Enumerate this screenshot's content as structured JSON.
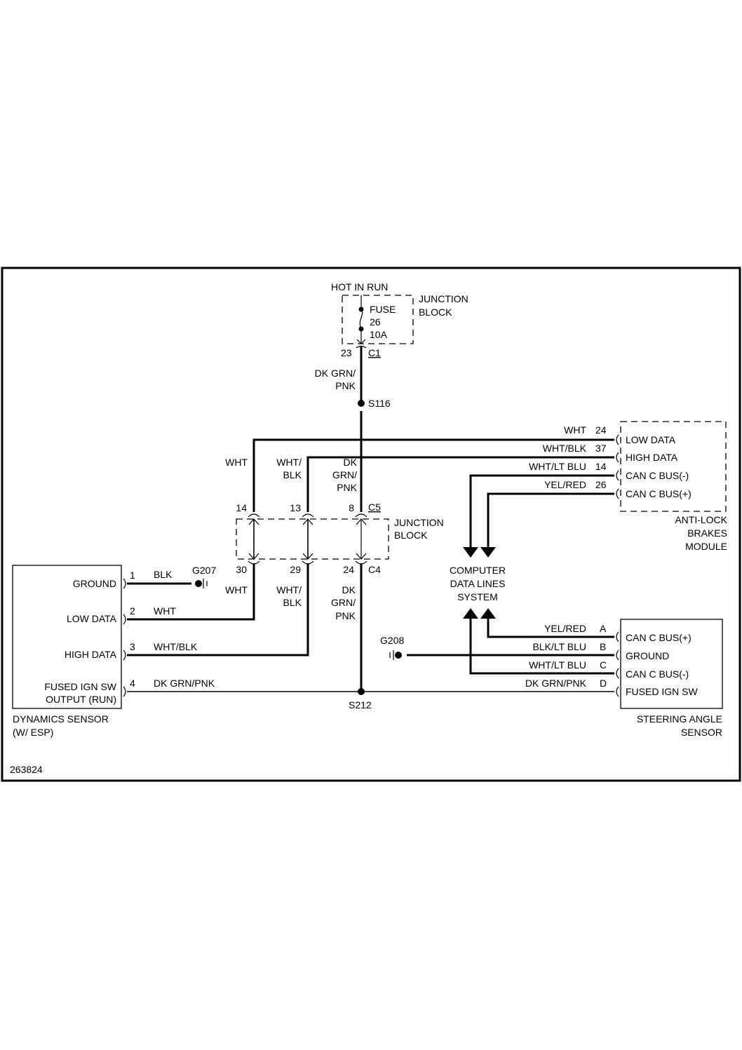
{
  "diagram_id": "263824",
  "power": {
    "label": "HOT IN RUN",
    "junction_block_label": [
      "JUNCTION",
      "BLOCK"
    ],
    "fuse": [
      "FUSE",
      "26",
      "10A"
    ],
    "connector_pin": "23",
    "connector": "C1",
    "wire_color": [
      "DK GRN/",
      "PNK"
    ],
    "splice": "S116"
  },
  "junction_block_2": {
    "label": [
      "JUNCTION",
      "BLOCK"
    ],
    "top_connector": "C5",
    "bottom_connector": "C4",
    "top_pins": [
      "14",
      "13",
      "8"
    ],
    "bottom_pins": [
      "30",
      "29",
      "24"
    ],
    "top_wire_colors": [
      [
        "WHT"
      ],
      [
        "WHT/",
        "BLK"
      ],
      [
        "DK",
        "GRN/",
        "PNK"
      ]
    ],
    "bottom_wire_colors": [
      [
        "WHT"
      ],
      [
        "WHT/",
        "BLK"
      ],
      [
        "DK",
        "GRN/",
        "PNK"
      ]
    ]
  },
  "abs_module": {
    "name": [
      "ANTI-LOCK",
      "BRAKES",
      "MODULE"
    ],
    "pins": [
      {
        "wire": "WHT",
        "pin": "24",
        "label": "LOW DATA"
      },
      {
        "wire": "WHT/BLK",
        "pin": "37",
        "label": "HIGH DATA"
      },
      {
        "wire": "WHT/LT BLU",
        "pin": "14",
        "label": "CAN C BUS(-)"
      },
      {
        "wire": "YEL/RED",
        "pin": "26",
        "label": "CAN C BUS(+)"
      }
    ]
  },
  "computer_data_lines": [
    "COMPUTER",
    "DATA LINES",
    "SYSTEM"
  ],
  "dynamics_sensor": {
    "name": [
      "DYNAMICS SENSOR",
      "(W/ ESP)"
    ],
    "pins": [
      {
        "pin": "1",
        "wire": "BLK",
        "label": [
          "GROUND"
        ]
      },
      {
        "pin": "2",
        "wire": "WHT",
        "label": [
          "LOW DATA"
        ]
      },
      {
        "pin": "3",
        "wire": "WHT/BLK",
        "label": [
          "HIGH DATA"
        ]
      },
      {
        "pin": "4",
        "wire": "DK GRN/PNK",
        "label": [
          "FUSED IGN SW",
          "OUTPUT (RUN)"
        ]
      }
    ],
    "ground": "G207"
  },
  "steering_angle_sensor": {
    "name": [
      "STEERING ANGLE",
      "SENSOR"
    ],
    "pins": [
      {
        "wire": "YEL/RED",
        "pin": "A",
        "label": "CAN C BUS(+)"
      },
      {
        "wire": "BLK/LT BLU",
        "pin": "B",
        "label": "GROUND"
      },
      {
        "wire": "WHT/LT BLU",
        "pin": "C",
        "label": "CAN C BUS(-)"
      },
      {
        "wire": "DK GRN/PNK",
        "pin": "D",
        "label": "FUSED IGN SW"
      }
    ],
    "ground": "G208"
  },
  "splice_bottom": "S212"
}
